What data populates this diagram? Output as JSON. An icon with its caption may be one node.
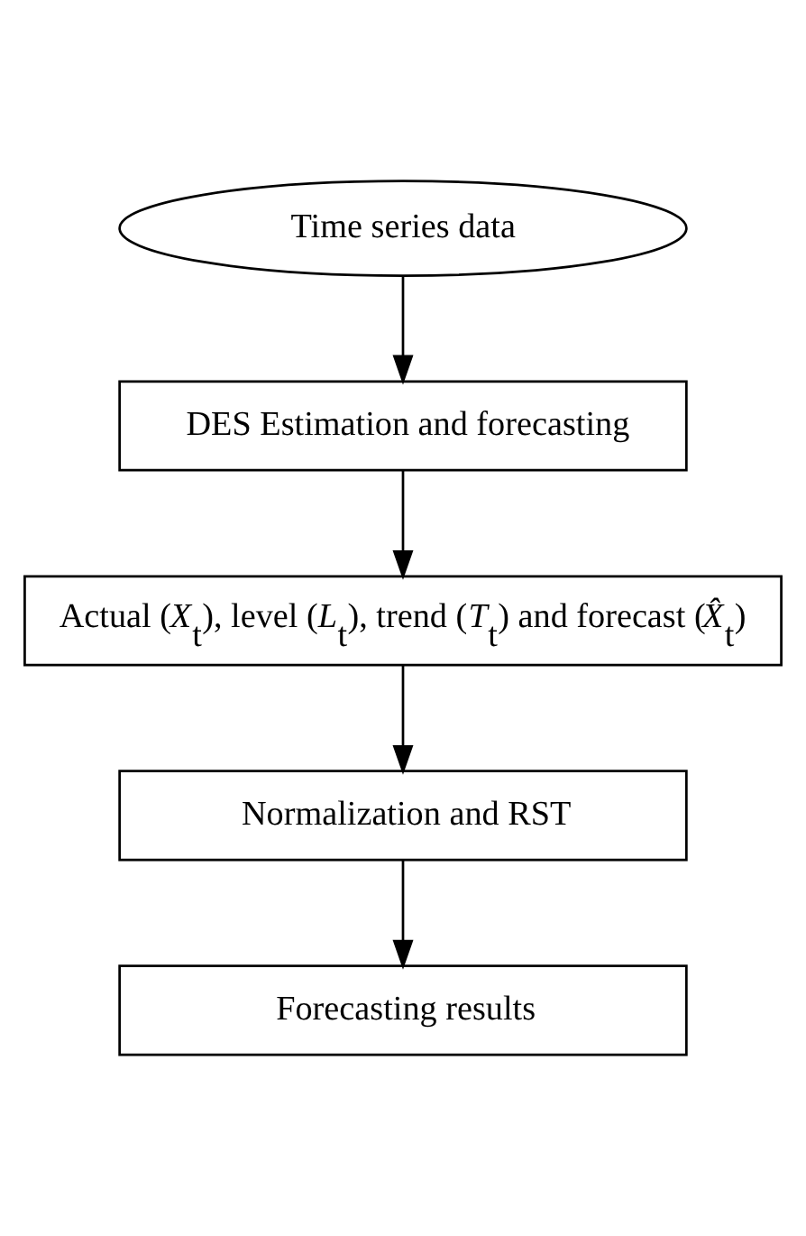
{
  "diagram": {
    "nodes": [
      {
        "text": [
          "Time series data"
        ]
      },
      {
        "text": [
          "DES Estimation and forecasting"
        ]
      },
      {
        "text": [
          "Actual (*X*$_{t}$), level (*L*$_{t}$), trend (*T*$_{t}$) and forecast (*X̂*$_{t}$)"
        ]
      },
      {
        "text": [
          "Normalization and RST"
        ]
      },
      {
        "text": [
          "Forecasting results"
        ]
      }
    ],
    "edges": [
      {
        "from": 0,
        "to": 1,
        "arrow": "to"
      },
      {
        "from": 1,
        "to": 2,
        "arrow": "to"
      },
      {
        "from": 2,
        "to": 3,
        "arrow": "to"
      },
      {
        "from": 3,
        "to": 4,
        "arrow": "to"
      }
    ]
  }
}
